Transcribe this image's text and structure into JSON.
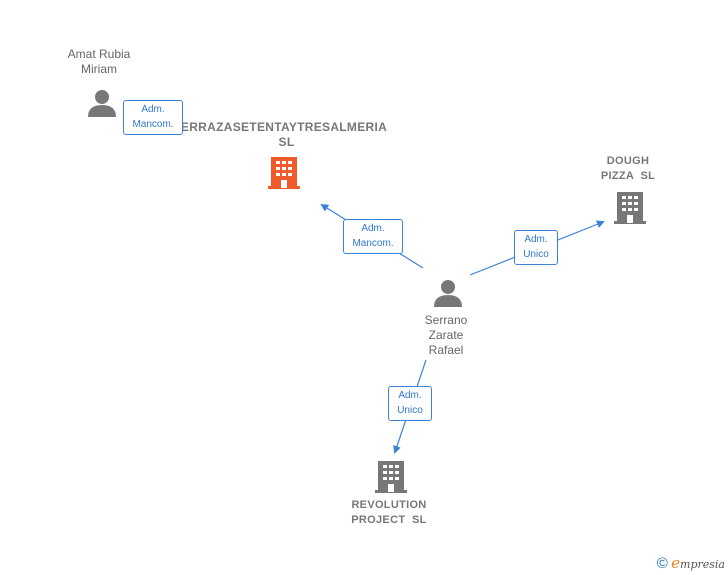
{
  "nodes": {
    "amat": {
      "line1": "Amat Rubia",
      "line2": "Miriam"
    },
    "terraza": {
      "line1": "ERRAZASETENTAYTRESALMERIA",
      "line2": "SL"
    },
    "dough": {
      "line1": "DOUGH",
      "line2": "PIZZA  SL"
    },
    "serrano": {
      "line1": "Serrano",
      "line2": "Zarate",
      "line3": "Rafael"
    },
    "revolution": {
      "line1": "REVOLUTION",
      "line2": "PROJECT  SL"
    }
  },
  "edges": {
    "amat_terraza": {
      "line1": "Adm.",
      "line2": "Mancom."
    },
    "serrano_terraza": {
      "line1": "Adm.",
      "line2": "Mancom."
    },
    "serrano_dough": {
      "line1": "Adm.",
      "line2": "Unico"
    },
    "serrano_revolution": {
      "line1": "Adm.",
      "line2": "Unico"
    }
  },
  "colors": {
    "edge": "#3b82d9",
    "main_company": "#f15a2a",
    "company": "#777777",
    "person": "#777777"
  },
  "footer": {
    "copyright": "©",
    "brand_initial": "e",
    "brand_rest": "mpresia"
  }
}
